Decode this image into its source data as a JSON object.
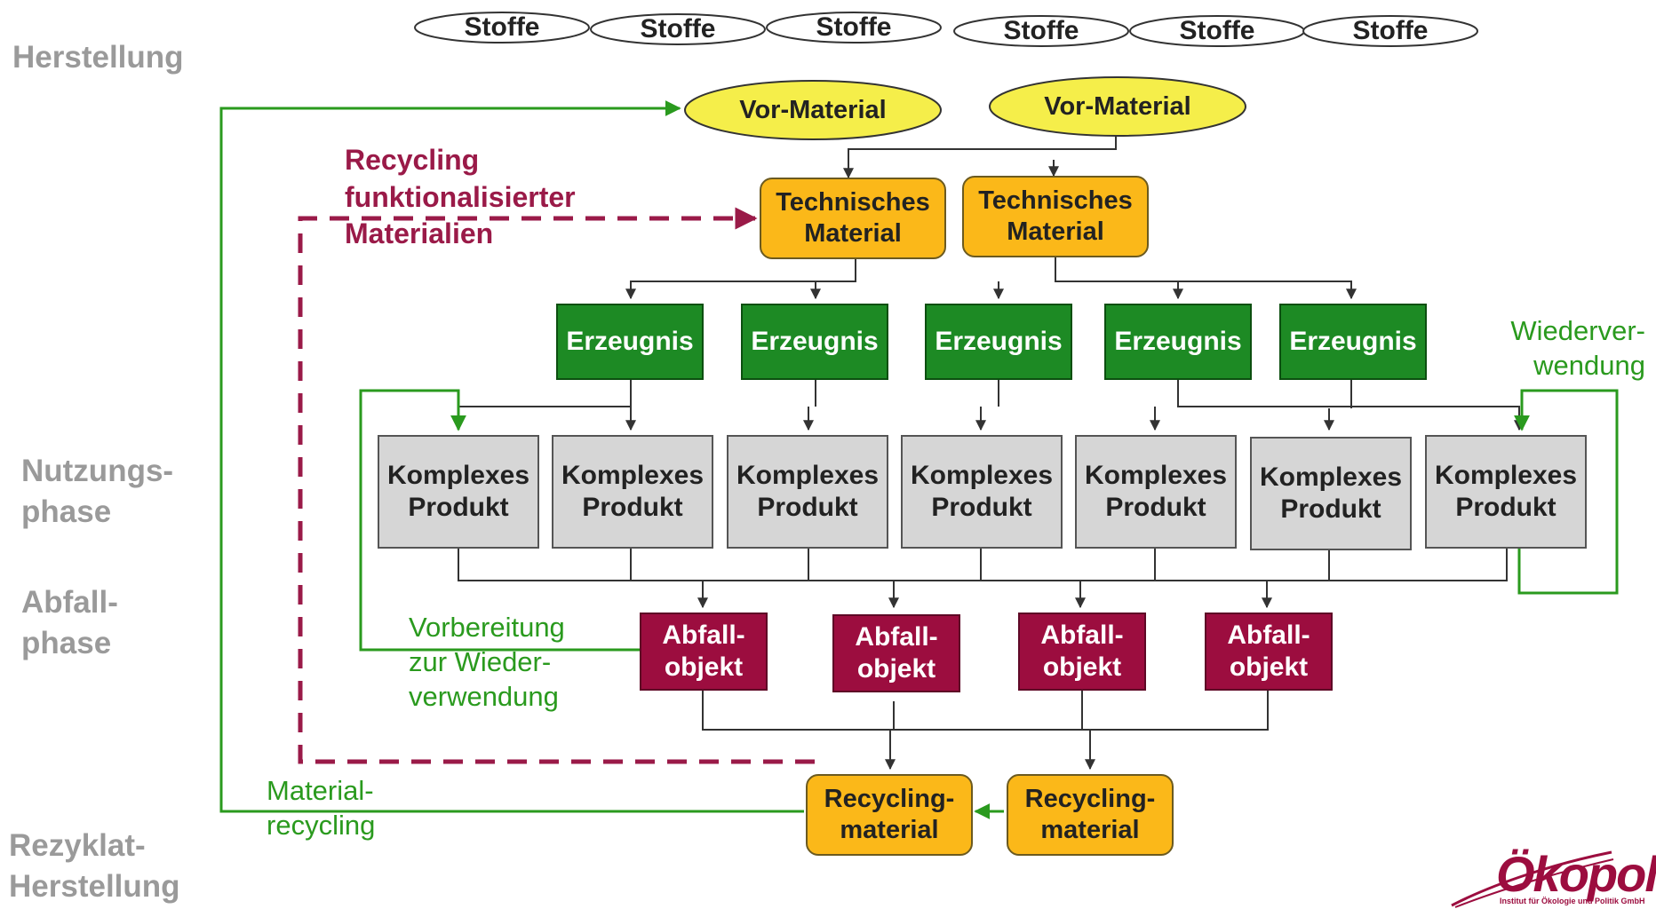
{
  "phases": {
    "herstellung": "Herstellung",
    "nutzung": "Nutzungs-\nphase",
    "abfall": "Abfall-\nphase",
    "rezyklat": "Rezyklat-\nHerstellung"
  },
  "stoffe": [
    "Stoffe",
    "Stoffe",
    "Stoffe",
    "Stoffe",
    "Stoffe",
    "Stoffe"
  ],
  "vor_material": [
    "Vor-Material",
    "Vor-Material"
  ],
  "technisches_material": [
    "Technisches\nMaterial",
    "Technisches\nMaterial"
  ],
  "erzeugnis": [
    "Erzeugnis",
    "Erzeugnis",
    "Erzeugnis",
    "Erzeugnis",
    "Erzeugnis"
  ],
  "komplexes_produkt": [
    "Komplexes\nProdukt",
    "Komplexes\nProdukt",
    "Komplexes\nProdukt",
    "Komplexes\nProdukt",
    "Komplexes\nProdukt",
    "Komplexes\nProdukt",
    "Komplexes\nProdukt"
  ],
  "abfallobjekt": [
    "Abfall-\nobjekt",
    "Abfall-\nobjekt",
    "Abfall-\nobjekt",
    "Abfall-\nobjekt"
  ],
  "recyclingmaterial": [
    "Recycling-\nmaterial",
    "Recycling-\nmaterial"
  ],
  "annotations": {
    "recycling_funktional": "Recycling\nfunktionalisierter\nMaterialien",
    "wiederverwendung": "Wiederver-\nwendung",
    "vorbereitung": "Vorbereitung\nzur Wieder-\nverwendung",
    "materialrecycling": "Material-\nrecycling"
  },
  "logo": {
    "name": "Ökopol",
    "subtitle": "Institut für Ökologie und Politik GmbH"
  },
  "colors": {
    "green_flow": "#2a9a1e",
    "red_flow": "#9a1a48",
    "orange": "#fbb819",
    "green_box": "#1d8a24",
    "grey_box": "#d6d6d6",
    "waste_box": "#9c0d3f",
    "yellow_ellipse": "#f5ee4a"
  }
}
